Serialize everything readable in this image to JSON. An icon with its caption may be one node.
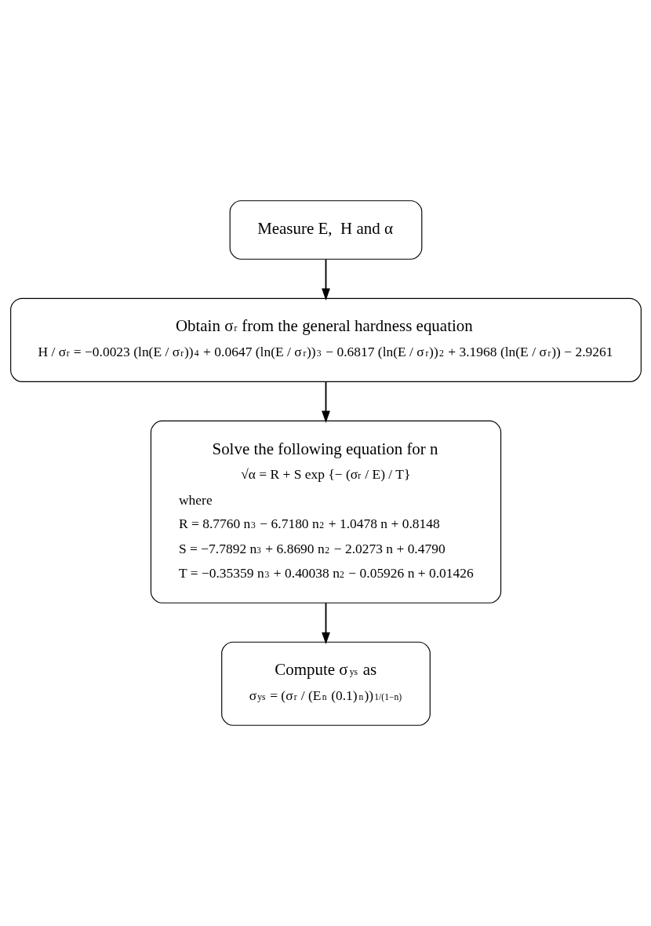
{
  "diagram": {
    "nodes": [
      {
        "text": [
          "Measure E,  H and α"
        ]
      },
      {
        "text": [
          "Obtain σ$_{r}$ from the general hardness equation",
          "H / σ$_{r}$ = −0.0023 (ln(E / σ$_{r}$))$^{4}$ + 0.0647 (ln(E / σ$_{r}$))$^{3}$ − 0.6817 (ln(E / σ$_{r}$))$^{2}$ + 3.1968 (ln(E / σ$_{r}$)) − 2.9261"
        ]
      },
      {
        "text": [
          "Solve the following equation for n",
          "√α = R + S exp {− (σ$_{r}$ / E) / T}",
          "where",
          "R = 8.7760 n$^{3}$ − 6.7180 n$^{2}$ + 1.0478 n + 0.8148",
          "S = −7.7892 n$^{3}$ + 6.8690 n$^{2}$ − 2.0273 n + 0.4790",
          "T = −0.35359 n$^{3}$ + 0.40038 n$^{2}$ − 0.05926 n + 0.01426"
        ]
      },
      {
        "text": [
          "Compute σ$_{ys}$ as",
          "σ$_{ys}$ = (σ$_{r}$ / (E$^{n}$ (0.1)$^{n}$))$^{1/(1−n)}$"
        ]
      }
    ],
    "edges": [
      {
        "from": 0,
        "to": 1,
        "arrow": "to"
      },
      {
        "from": 1,
        "to": 2,
        "arrow": "to"
      },
      {
        "from": 2,
        "to": 3,
        "arrow": "to"
      }
    ]
  }
}
